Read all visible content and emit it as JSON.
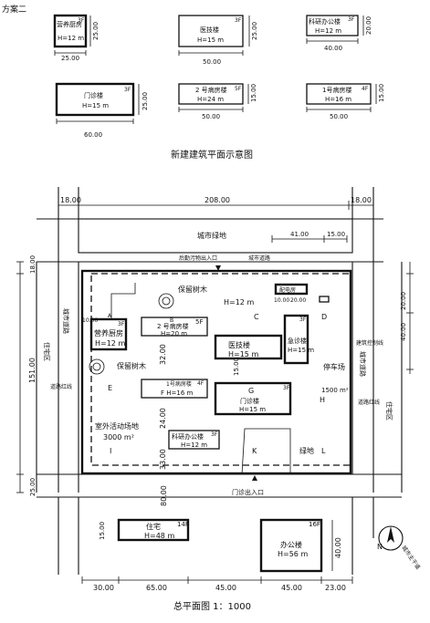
{
  "scheme": "方案二",
  "caption_top": "新建建筑平面示意图",
  "caption_bottom": "总平面图 1：1000",
  "schematic": {
    "kitchen": {
      "name": "营养厨房",
      "h": "H=12 m",
      "fl": "3F",
      "w": "25.00",
      "d": "25.00"
    },
    "tech": {
      "name": "医技楼",
      "h": "H=15 m",
      "fl": "3F",
      "w": "50.00",
      "d": "25.00"
    },
    "research": {
      "name": "科研办公楼",
      "h": "H=12 m",
      "fl": "3F",
      "w": "40.00",
      "d": "20.00"
    },
    "clinic": {
      "name": "门诊楼",
      "h": "H=15 m",
      "fl": "3F",
      "w": "60.00",
      "d": "25.00"
    },
    "ward2": {
      "name": "2 号病房楼",
      "h": "H=24 m",
      "fl": "5F",
      "w": "50.00",
      "d": "15.00"
    },
    "ward1": {
      "name": "1号病房楼",
      "h": "H=16 m",
      "fl": "4F",
      "w": "50.00",
      "d": "15.00"
    }
  },
  "site": {
    "dims": {
      "top_left": "18.00",
      "top_total": "208.00",
      "top_right": "18.00",
      "top_seg1": "41.00",
      "top_seg2": "15.00",
      "left_upper": "18.00",
      "left_site": "151.00",
      "left_lower": "25.00",
      "right_upper": "20.00",
      "right_mid": "40.00",
      "right_ward": "40.00",
      "mid_a": "32.00",
      "mid_b": "24.00",
      "mid_c": "33.00",
      "small_a": "10.00",
      "small_b": "20.00",
      "small_c": "15.00",
      "bottom_road": "80.00",
      "bottom": [
        "30.00",
        "65.00",
        "45.00",
        "45.00",
        "23.00"
      ],
      "res_depth": "15.00"
    },
    "labels": {
      "city_green": "城市绿地",
      "city_road_top": "城市道路",
      "city_road_left": "城市道路",
      "city_road_right": "城市道路",
      "dirty_exit": "后勤污物出入口",
      "clinic_gate": "门诊出入口",
      "kitchen": "营养厨房",
      "kitchen_h": "H=12 m",
      "kitchen_f": "3F",
      "ward2": "2 号病房楼",
      "ward2_h": "H=20 m",
      "ward2_f": "5F",
      "ward1": "1号病房楼",
      "ward1_h": "F H=16 m",
      "ward1_f": "4F",
      "tech": "医技楼",
      "tech_h": "H=15 m",
      "tech_f": "3F",
      "emergency": "急诊楼",
      "emergency_h": "H=15 m",
      "emergency_f": "3F",
      "clinic": "门诊楼",
      "clinic_h": "H=15 m",
      "clinic_f": "3F",
      "research": "科研办公楼",
      "research_h": "H=12 m",
      "research_f": "3F",
      "zone_c_h": "H=12 m",
      "lot_a": "A",
      "lot_b": "B",
      "lot_c": "C",
      "lot_d": "D",
      "lot_e": "E",
      "lot_g": "G",
      "lot_h": "H",
      "lot_i": "I",
      "lot_k": "K",
      "lot_l": "L",
      "keep_tree1": "保留树木",
      "keep_tree2": "保留树木",
      "activity": "室外活动场地",
      "activity_area": "3000 m²",
      "parking": "停车场",
      "parking_area": "1500 m²",
      "green": "绿地",
      "residence_left": "住宅区",
      "residence_right": "住宅区",
      "road_red_left": "道路红线",
      "road_red_right": "道路红线",
      "building_red": "建筑控制线",
      "small_bld": "配电房",
      "res_bld": "住宅",
      "res_bld_h": "H=48 m",
      "res_bld_f": "14F",
      "office_bld": "办公楼",
      "office_bld_h": "H=56 m",
      "office_bld_f": "16F",
      "north": "N",
      "other_road": "城市主干道"
    }
  }
}
